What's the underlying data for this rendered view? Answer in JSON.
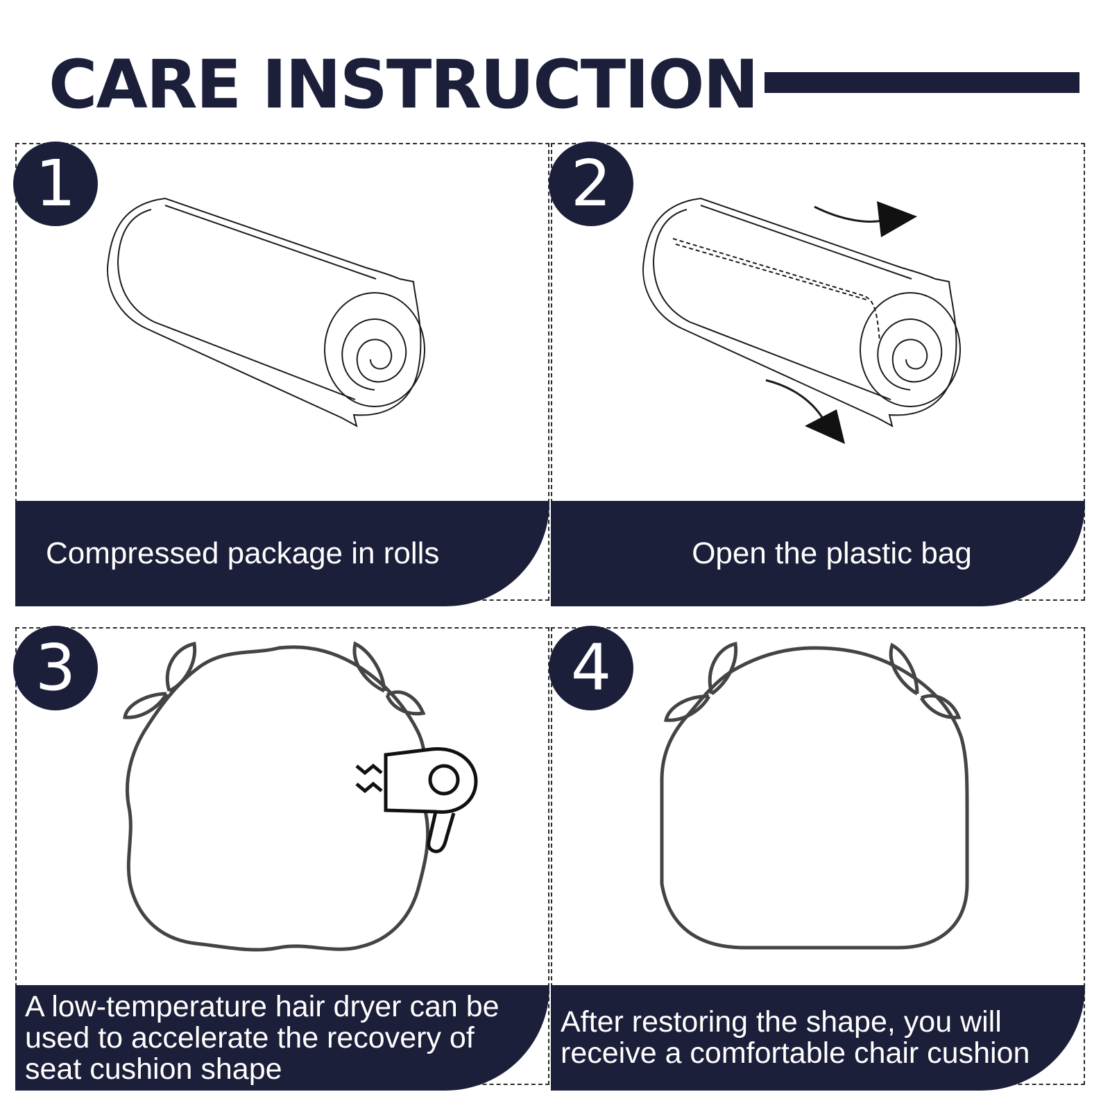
{
  "header": {
    "title": "CARE INSTRUCTION"
  },
  "colors": {
    "navy": "#1c1f3a",
    "line": "#2a2a2a",
    "background": "#ffffff"
  },
  "steps": [
    {
      "number": "1",
      "caption": "Compressed package in rolls",
      "icon": "rolled-cushion-icon"
    },
    {
      "number": "2",
      "caption": "Open the plastic bag",
      "icon": "opening-bag-icon"
    },
    {
      "number": "3",
      "caption": "A low-temperature hair dryer can be used to accelerate the recovery of seat cushion shape",
      "icon": "hair-dryer-icon"
    },
    {
      "number": "4",
      "caption": "After restoring the shape, you will receive a comfortable chair cushion",
      "icon": "chair-cushion-icon"
    }
  ]
}
